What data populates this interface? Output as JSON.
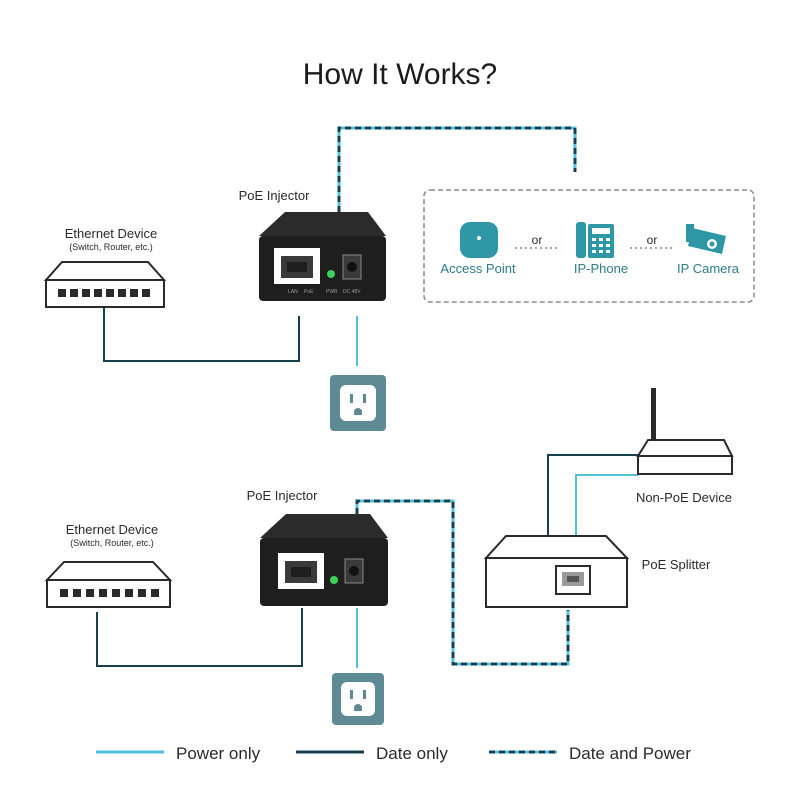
{
  "title": "How It Works?",
  "top": {
    "injector_label": "PoE Injector",
    "ethernet_label": "Ethernet Device",
    "ethernet_sub": "(Switch, Router, etc.)",
    "port_lan": "LAN",
    "port_poe": "PoE",
    "port_pwr": "PWR",
    "port_dc": "DC 48V",
    "devices": {
      "access_point": "Access Point",
      "or1": "or",
      "ip_phone": "IP-Phone",
      "or2": "or",
      "ip_camera": "IP Camera"
    }
  },
  "bottom": {
    "injector_label": "PoE Injector",
    "ethernet_label": "Ethernet Device",
    "ethernet_sub": "(Switch, Router, etc.)",
    "non_poe_label": "Non-PoE Device",
    "splitter_label": "PoE Splitter"
  },
  "legend": {
    "power_only": "Power only",
    "date_only": "Date only",
    "date_and_power": "Date and Power"
  },
  "colors": {
    "power_line": "#4fc1dc",
    "data_line": "#17404f",
    "outlet_bg": "#5d8a94",
    "teal_device": "#2e97a5",
    "injector_body": "#1e1e1e"
  }
}
